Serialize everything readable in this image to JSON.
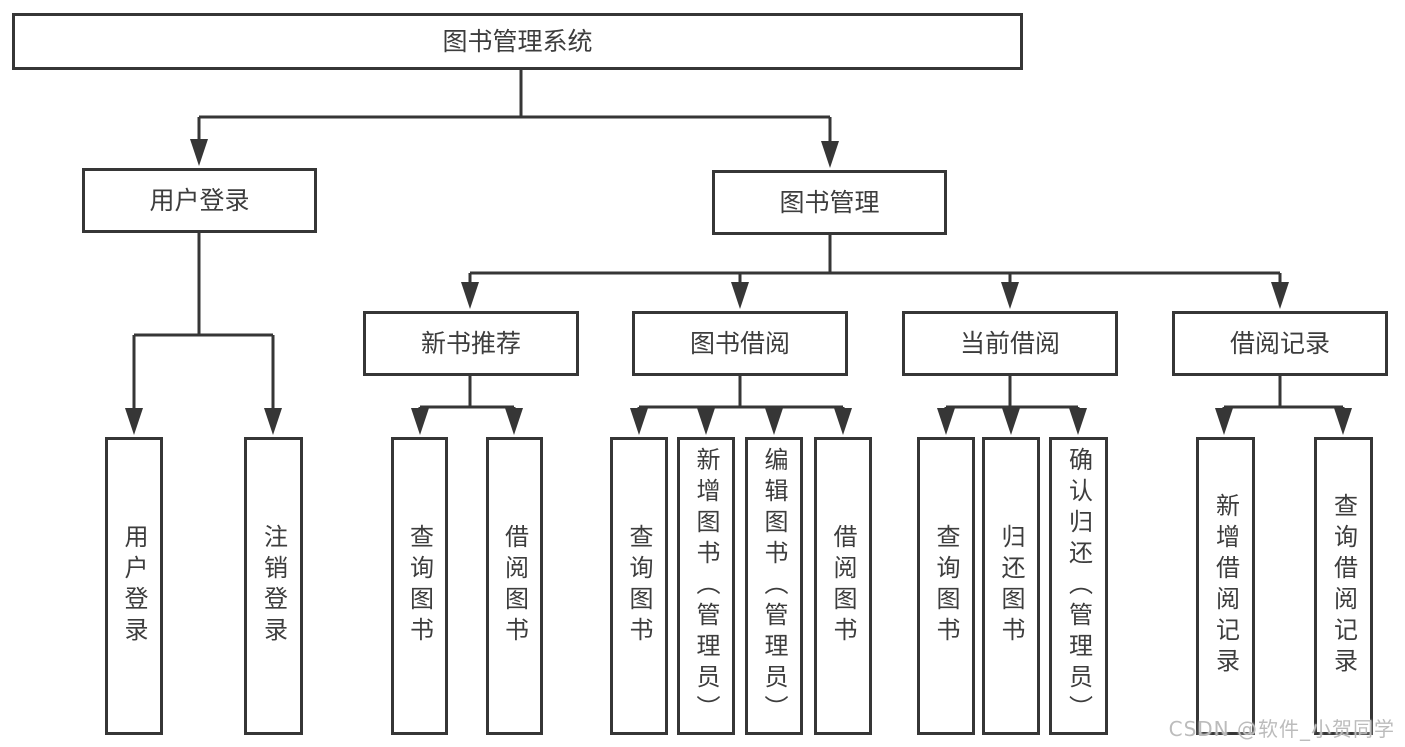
{
  "tree": {
    "label": "图书管理系统",
    "children": [
      {
        "label": "用户登录",
        "children": [
          {
            "label": "用户登录"
          },
          {
            "label": "注销登录"
          }
        ]
      },
      {
        "label": "图书管理",
        "children": [
          {
            "label": "新书推荐",
            "children": [
              {
                "label": "查询图书"
              },
              {
                "label": "借阅图书"
              }
            ]
          },
          {
            "label": "图书借阅",
            "children": [
              {
                "label": "查询图书"
              },
              {
                "label": "新增图书（管理员）"
              },
              {
                "label": "编辑图书（管理员）"
              },
              {
                "label": "借阅图书"
              }
            ]
          },
          {
            "label": "当前借阅",
            "children": [
              {
                "label": "查询图书"
              },
              {
                "label": "归还图书"
              },
              {
                "label": "确认归还（管理员）"
              }
            ]
          },
          {
            "label": "借阅记录",
            "children": [
              {
                "label": "新增借阅记录"
              },
              {
                "label": "查询借阅记录"
              }
            ]
          }
        ]
      }
    ]
  },
  "watermark": {
    "text": "CSDN @软件_小贺同学"
  },
  "colors": {
    "line": "#363636",
    "border": "#363636",
    "text": "#3d3d3d",
    "box_background": "#ffffff",
    "page_background": "#ffffff",
    "watermark": "#bcbcbc"
  }
}
